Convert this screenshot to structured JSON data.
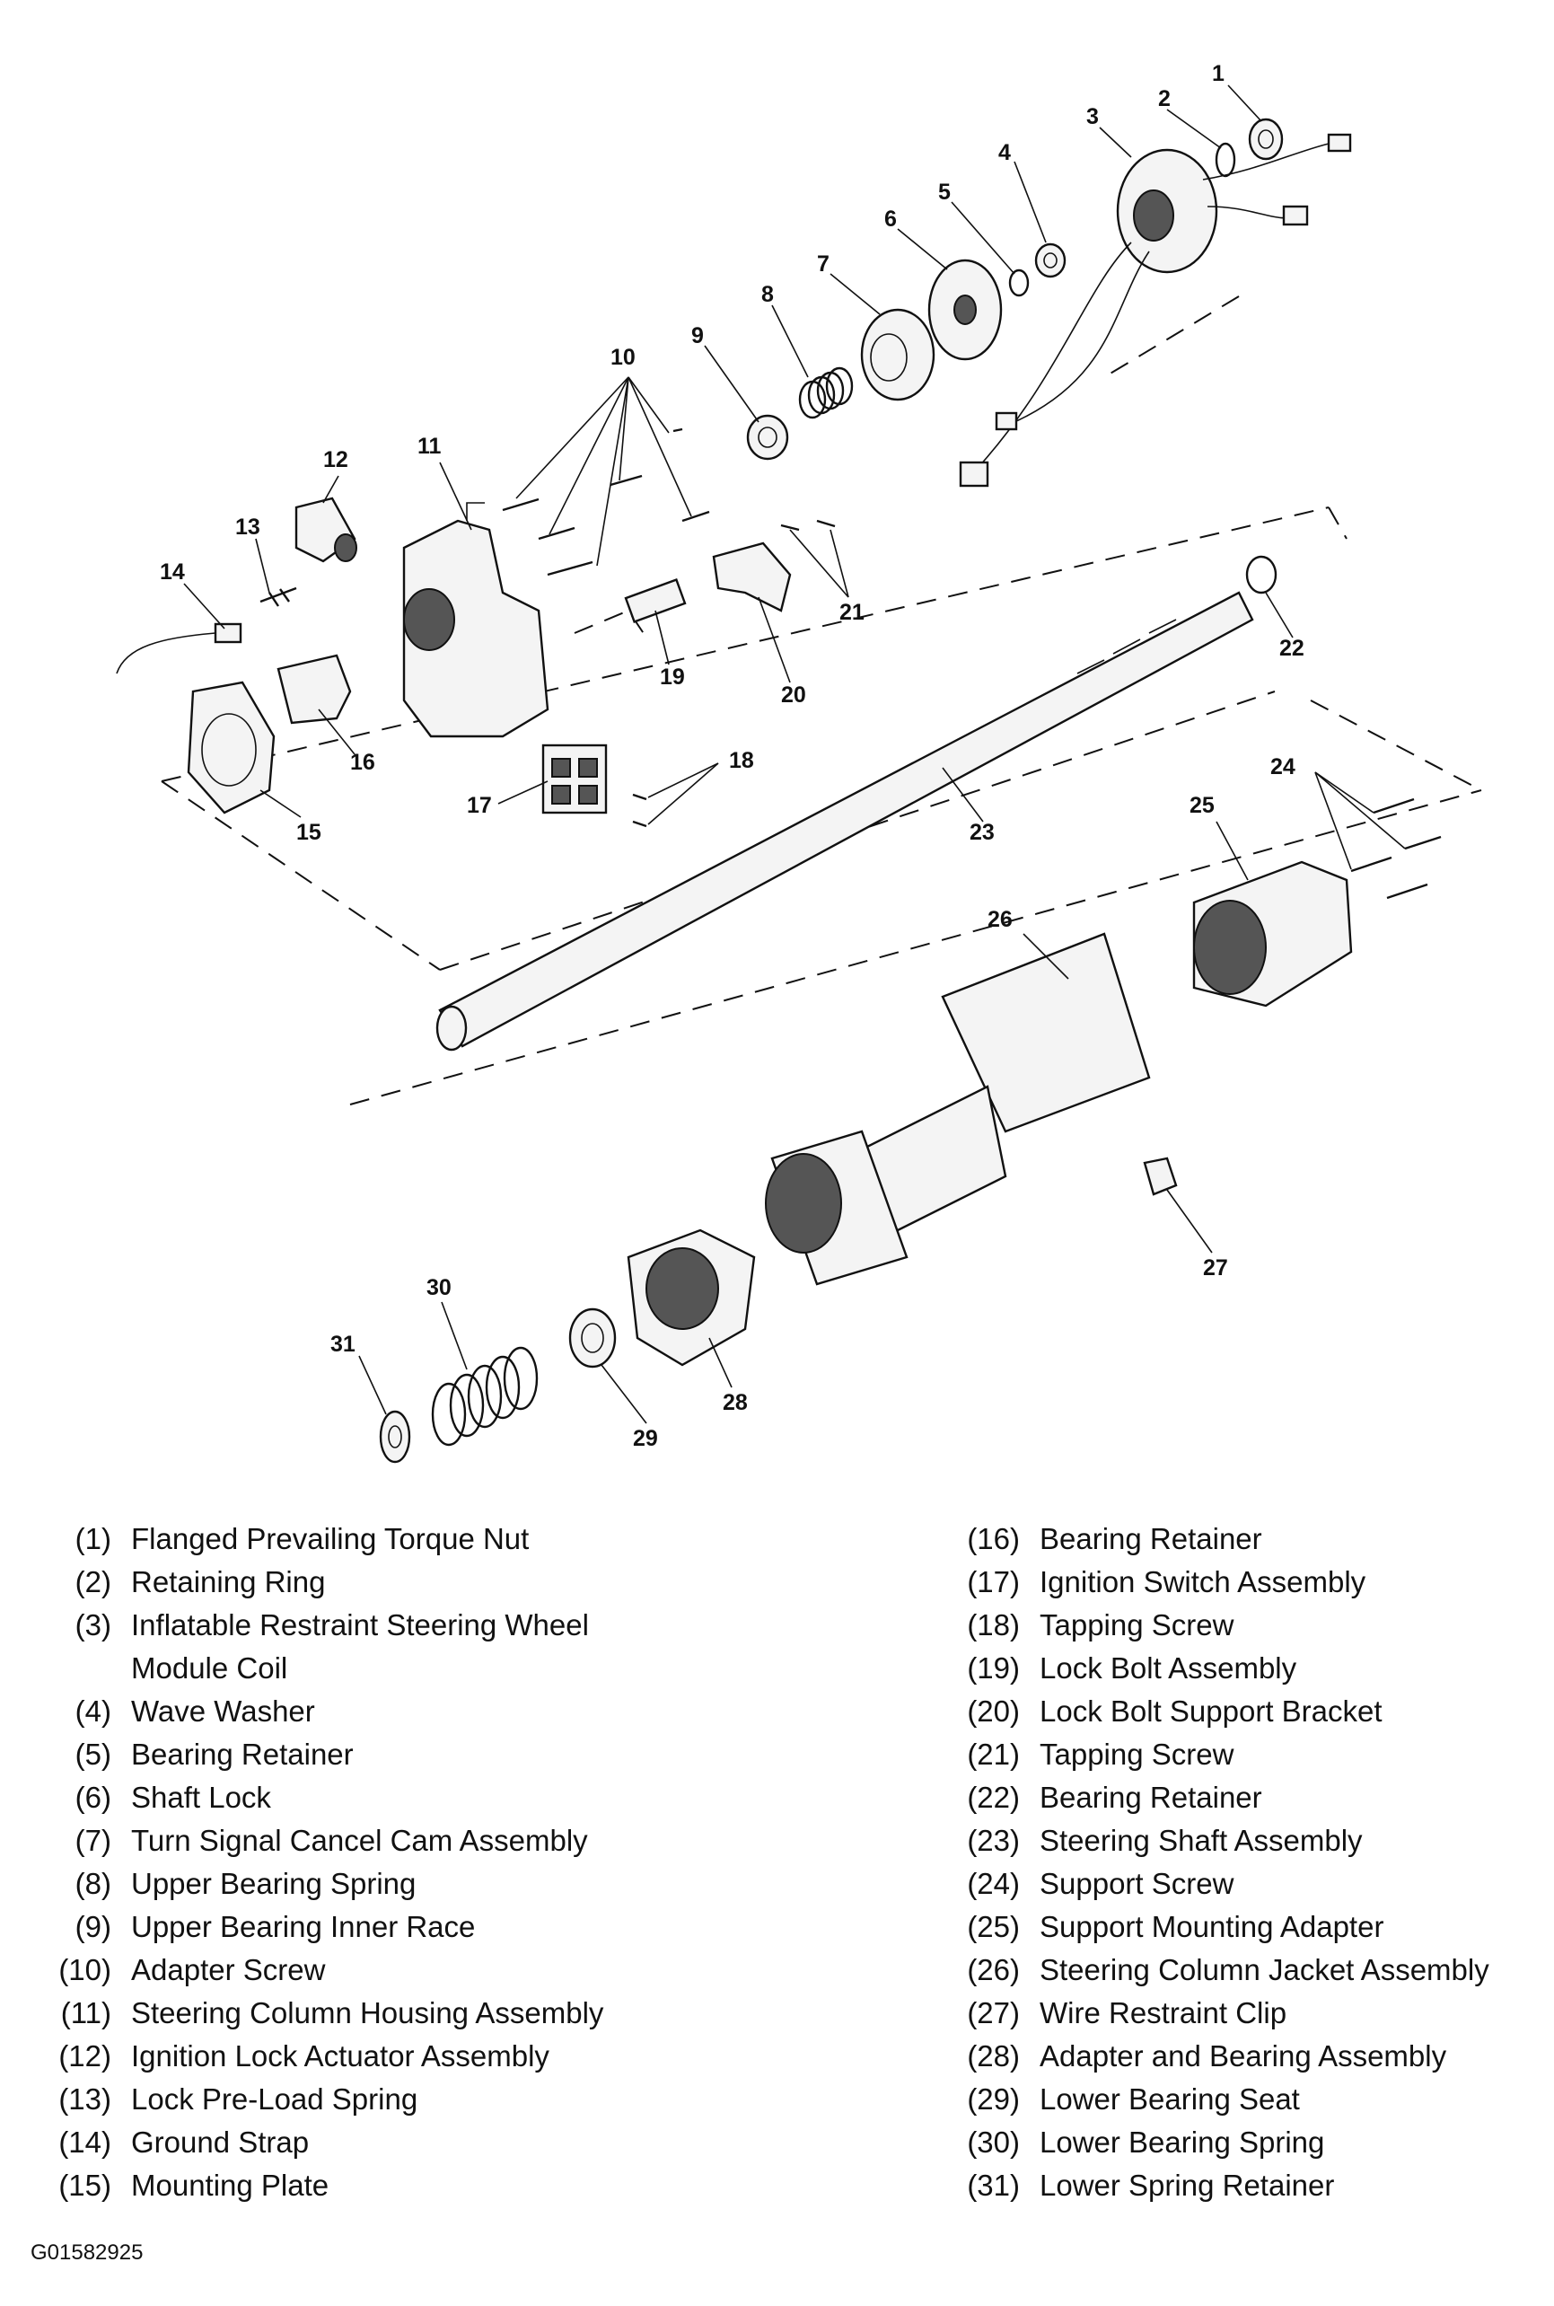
{
  "callouts": [
    "1",
    "2",
    "3",
    "4",
    "5",
    "6",
    "7",
    "8",
    "9",
    "10",
    "11",
    "12",
    "13",
    "14",
    "15",
    "16",
    "17",
    "18",
    "19",
    "20",
    "21",
    "22",
    "23",
    "24",
    "25",
    "26",
    "27",
    "28",
    "29",
    "30",
    "31"
  ],
  "legend_left": [
    {
      "num": "(1)",
      "label": "Flanged Prevailing Torque Nut"
    },
    {
      "num": "(2)",
      "label": "Retaining Ring"
    },
    {
      "num": "(3)",
      "label": "Inflatable Restraint Steering Wheel"
    },
    {
      "num": "",
      "label": "Module Coil"
    },
    {
      "num": "(4)",
      "label": "Wave Washer"
    },
    {
      "num": "(5)",
      "label": "Bearing Retainer"
    },
    {
      "num": "(6)",
      "label": "Shaft Lock"
    },
    {
      "num": "(7)",
      "label": "Turn Signal Cancel Cam Assembly"
    },
    {
      "num": "(8)",
      "label": "Upper Bearing Spring"
    },
    {
      "num": "(9)",
      "label": "Upper Bearing Inner Race"
    },
    {
      "num": "(10)",
      "label": "Adapter Screw"
    },
    {
      "num": "(11)",
      "label": "Steering Column Housing Assembly"
    },
    {
      "num": "(12)",
      "label": "Ignition Lock Actuator Assembly"
    },
    {
      "num": "(13)",
      "label": "Lock Pre-Load Spring"
    },
    {
      "num": "(14)",
      "label": "Ground Strap"
    },
    {
      "num": "(15)",
      "label": "Mounting Plate"
    }
  ],
  "legend_right": [
    {
      "num": "(16)",
      "label": "Bearing Retainer"
    },
    {
      "num": "(17)",
      "label": "Ignition Switch Assembly"
    },
    {
      "num": "(18)",
      "label": "Tapping Screw"
    },
    {
      "num": "(19)",
      "label": "Lock Bolt Assembly"
    },
    {
      "num": "(20)",
      "label": "Lock Bolt Support Bracket"
    },
    {
      "num": "(21)",
      "label": "Tapping Screw"
    },
    {
      "num": "(22)",
      "label": "Bearing Retainer"
    },
    {
      "num": "(23)",
      "label": "Steering Shaft Assembly"
    },
    {
      "num": "(24)",
      "label": "Support Screw"
    },
    {
      "num": "(25)",
      "label": "Support Mounting Adapter"
    },
    {
      "num": "(26)",
      "label": "Steering Column Jacket Assembly"
    },
    {
      "num": "(27)",
      "label": "Wire Restraint Clip"
    },
    {
      "num": "(28)",
      "label": "Adapter and Bearing Assembly"
    },
    {
      "num": "(29)",
      "label": "Lower Bearing Seat"
    },
    {
      "num": "(30)",
      "label": "Lower Bearing Spring"
    },
    {
      "num": "(31)",
      "label": "Lower Spring Retainer"
    }
  ],
  "figure_code": "G01582925"
}
